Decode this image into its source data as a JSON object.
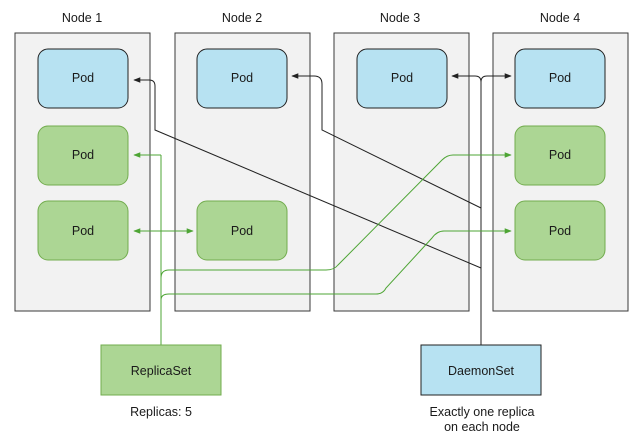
{
  "nodes": [
    "Node 1",
    "Node 2",
    "Node 3",
    "Node 4"
  ],
  "pod_label": "Pod",
  "replicaset": {
    "label": "ReplicaSet",
    "caption": "Replicas: 5"
  },
  "daemonset": {
    "label": "DaemonSet",
    "caption_line1": "Exactly one replica",
    "caption_line2": "on each node"
  },
  "colors": {
    "node_fill": "#f2f2f2",
    "node_stroke": "#3a3a3a",
    "daemon_pod_fill": "#b7e2f2",
    "replica_pod_fill": "#acd694",
    "replica_pod_stroke": "#72ac4e",
    "replica_line": "#4ea535",
    "daemon_line": "#222222"
  }
}
